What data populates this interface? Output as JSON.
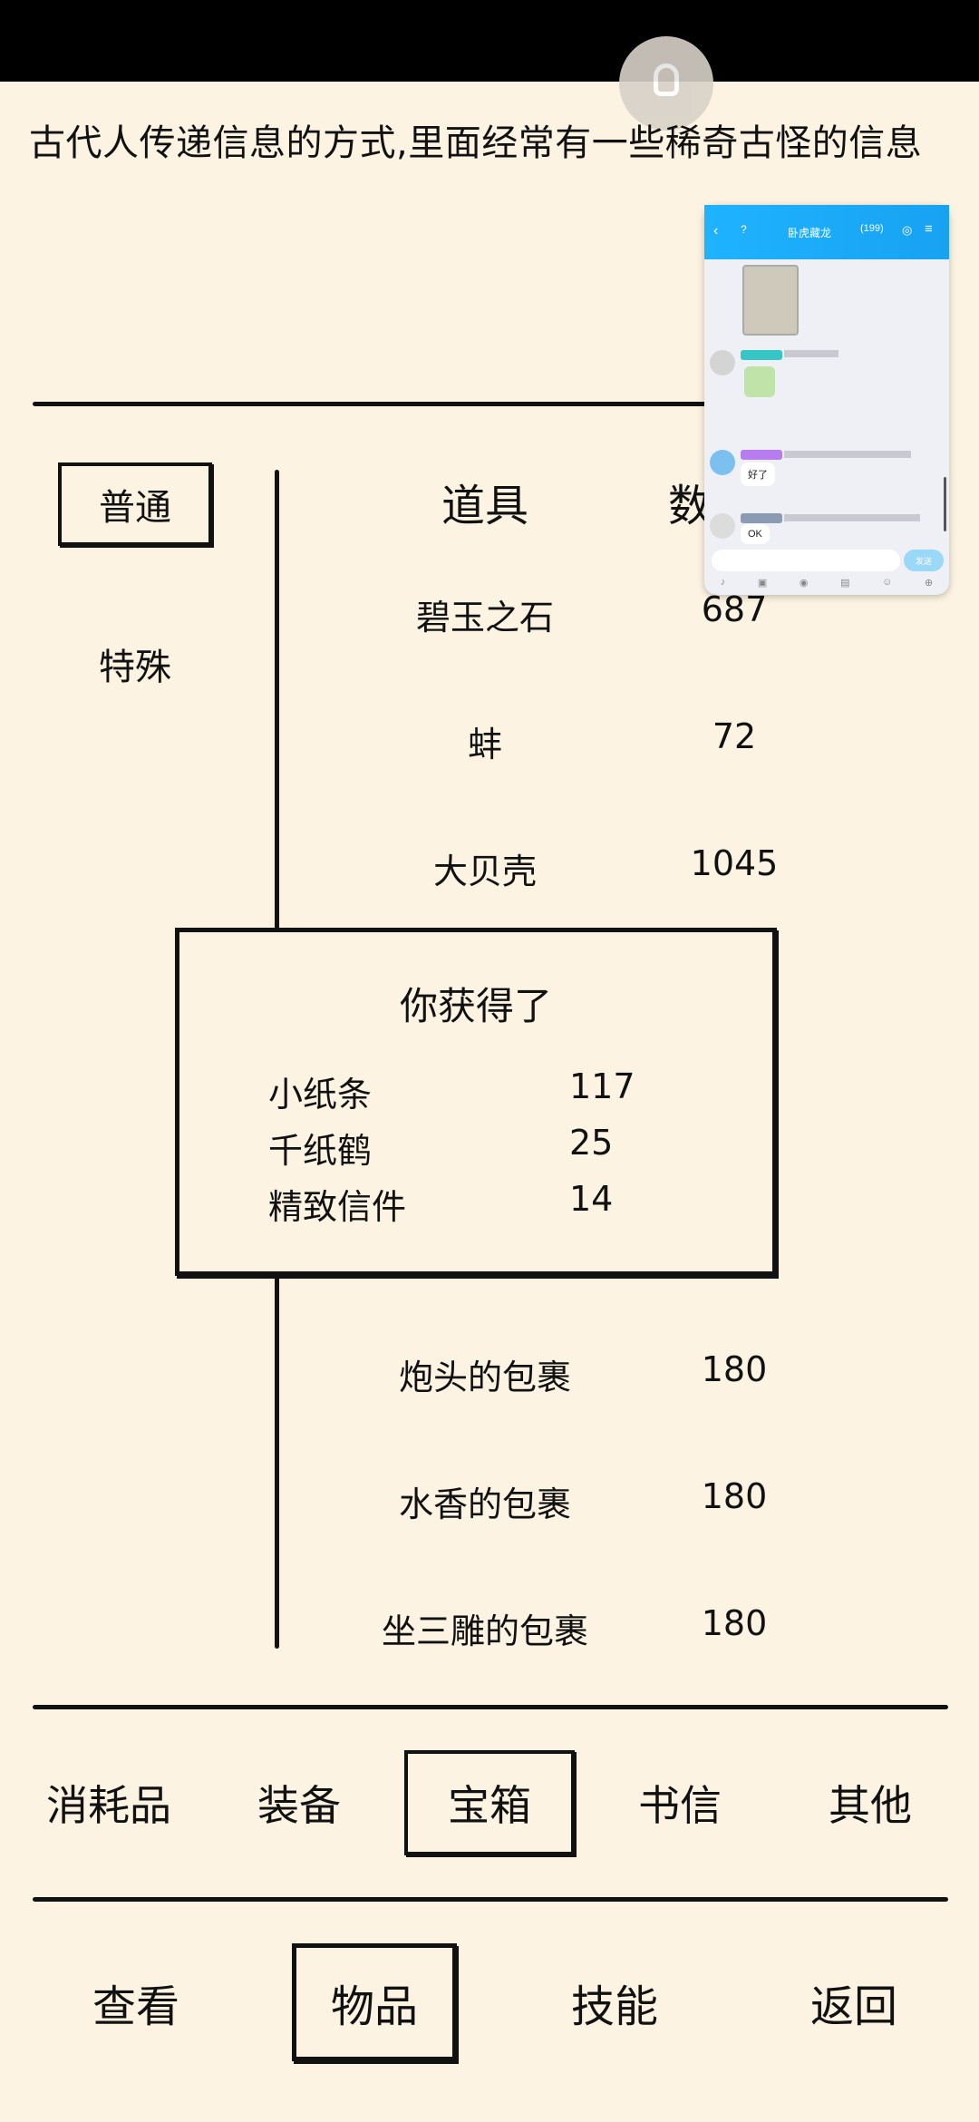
{
  "description": "古代人传递信息的方式,里面经常有一些稀奇古怪的信息",
  "side_tabs": [
    {
      "label": "普通",
      "active": true
    },
    {
      "label": "特殊",
      "active": false
    }
  ],
  "table": {
    "headers": [
      "道具",
      "数量"
    ],
    "rows": [
      {
        "name": "碧玉之石",
        "qty": "687"
      },
      {
        "name": "蚌",
        "qty": "72"
      },
      {
        "name": "大贝壳",
        "qty": "1045"
      },
      {
        "name": "",
        "qty": ""
      },
      {
        "name": "",
        "qty": ""
      },
      {
        "name": "",
        "qty": ""
      },
      {
        "name": "",
        "qty": ""
      },
      {
        "name": "炮头的包裹",
        "qty": "180"
      },
      {
        "name": "水香的包裹",
        "qty": "180"
      },
      {
        "name": "坐三雕的包裹",
        "qty": "180"
      }
    ]
  },
  "popup": {
    "title": "你获得了",
    "items": [
      {
        "name": "小纸条",
        "qty": "117"
      },
      {
        "name": "千纸鹤",
        "qty": "25"
      },
      {
        "name": "精致信件",
        "qty": "14"
      }
    ]
  },
  "category_tabs": [
    {
      "label": "消耗品",
      "active": false
    },
    {
      "label": "装备",
      "active": false
    },
    {
      "label": "宝箱",
      "active": true
    },
    {
      "label": "书信",
      "active": false
    },
    {
      "label": "其他",
      "active": false
    }
  ],
  "nav": [
    {
      "label": "查看",
      "active": false
    },
    {
      "label": "物品",
      "active": true
    },
    {
      "label": "技能",
      "active": false
    },
    {
      "label": "返回",
      "active": false
    }
  ],
  "chat_overlay": {
    "title": "卧虎藏龙",
    "badge": "(199)",
    "messages": [
      {
        "text": "好了"
      },
      {
        "text": "OK"
      }
    ],
    "send_label": "发送",
    "colors": {
      "header": "#1fb3ff",
      "background": "#eef0f6"
    }
  },
  "icons": [
    "lightbulb-icon",
    "back-arrow-icon",
    "menu-icon",
    "mic-icon",
    "image-icon",
    "camera-icon",
    "emoji-icon",
    "plus-icon"
  ]
}
